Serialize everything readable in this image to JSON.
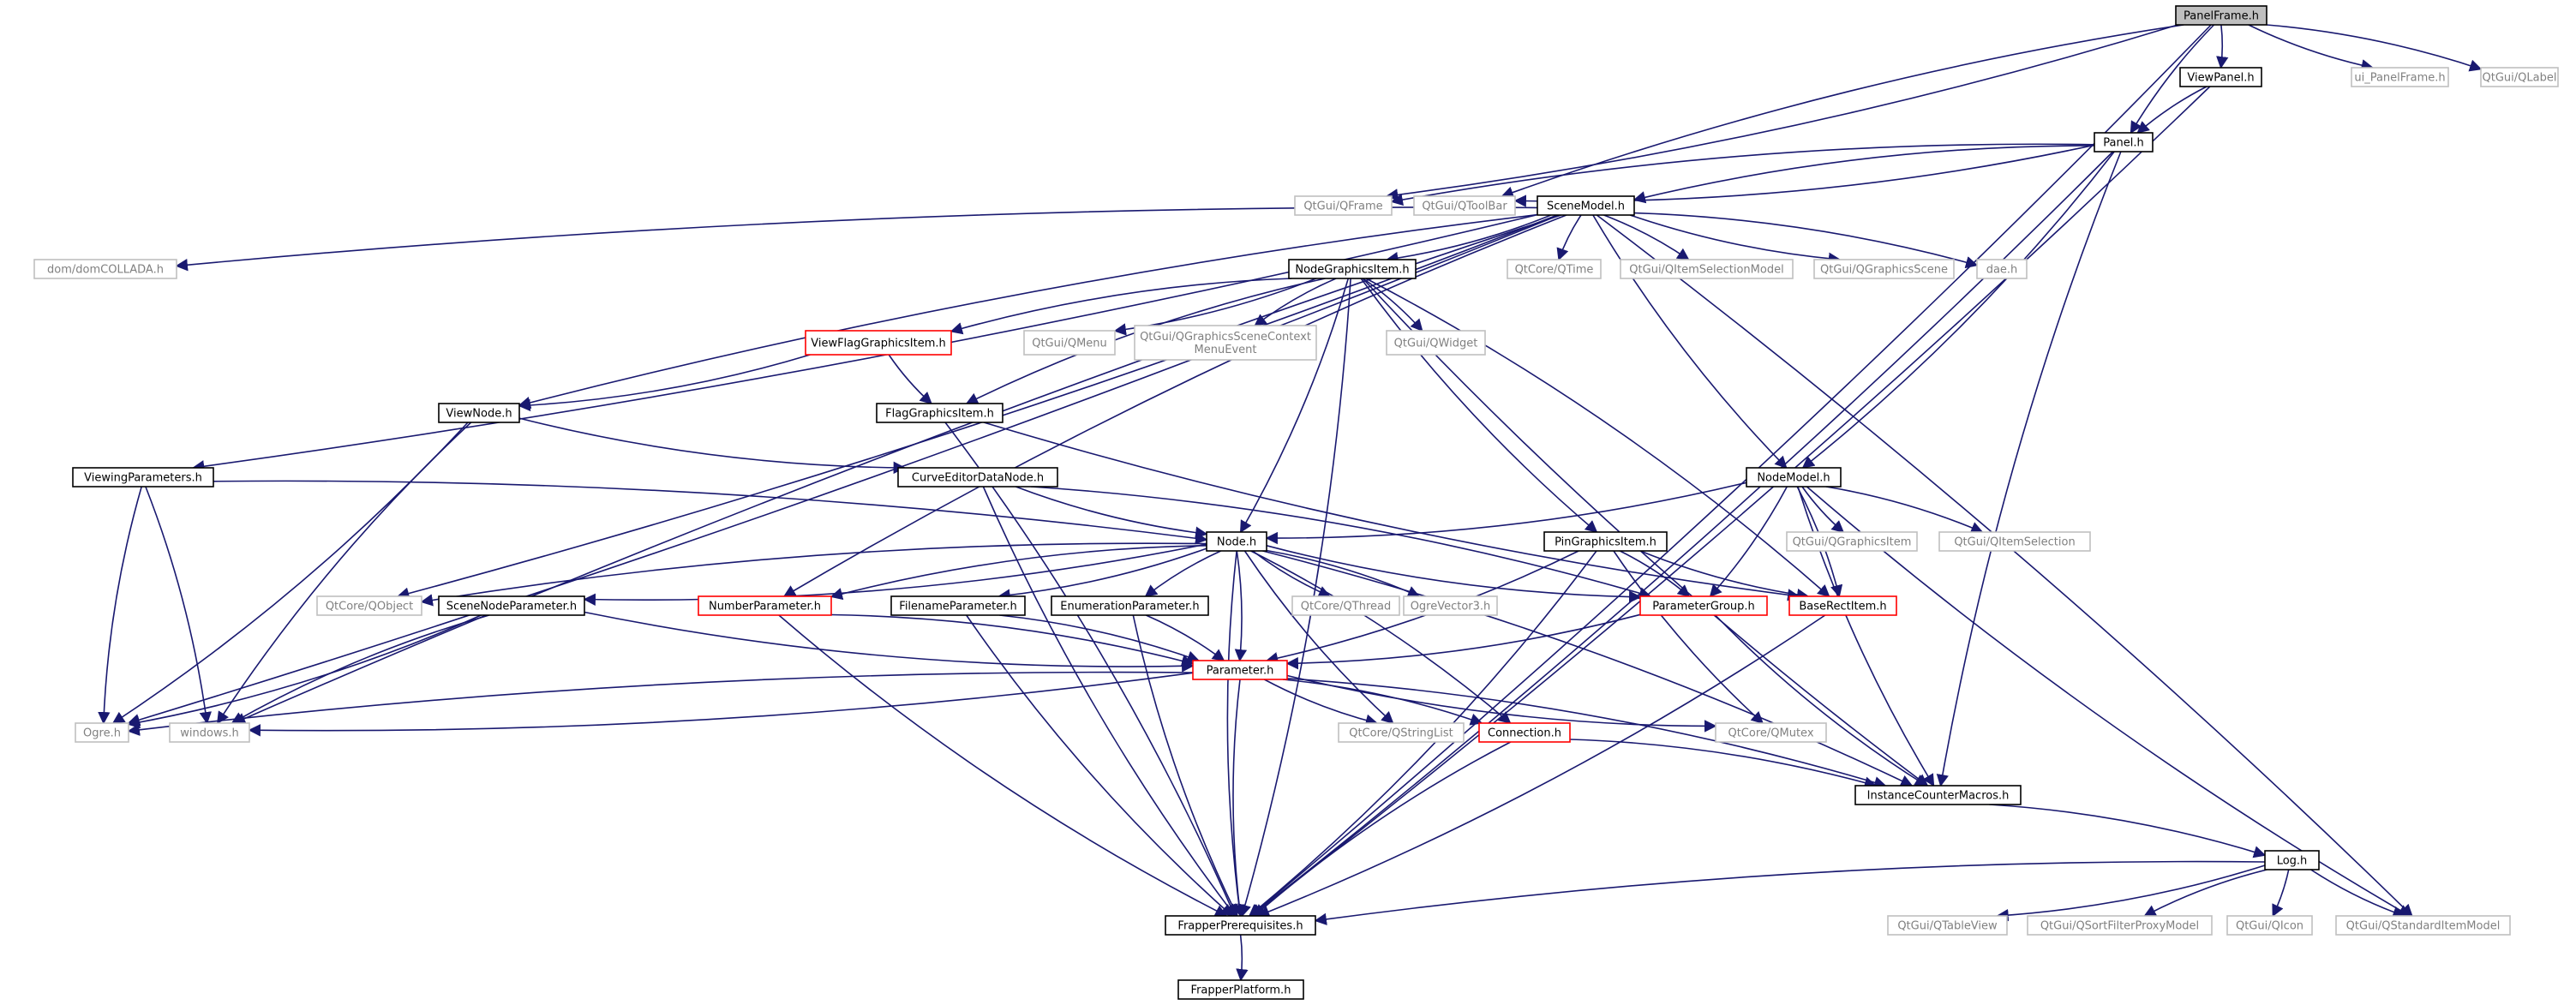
{
  "colors": {
    "edge": "#191970",
    "root_fill": "#bfbfbf",
    "documented_border": "#000000",
    "external_border": "#bfbfbf",
    "truncated_border": "#ff0000",
    "external_text": "#808080",
    "text": "#000000"
  },
  "nodes": {
    "panelframe": {
      "label": "PanelFrame.h",
      "kind": "root"
    },
    "viewpanel": {
      "label": "ViewPanel.h",
      "kind": "doc"
    },
    "ui_panelframe": {
      "label": "ui_PanelFrame.h",
      "kind": "ext"
    },
    "qlabel": {
      "label": "QtGui/QLabel",
      "kind": "ext"
    },
    "panel": {
      "label": "Panel.h",
      "kind": "doc"
    },
    "qframe": {
      "label": "QtGui/QFrame",
      "kind": "ext"
    },
    "qtoolbar": {
      "label": "QtGui/QToolBar",
      "kind": "ext"
    },
    "scenemodel": {
      "label": "SceneModel.h",
      "kind": "doc"
    },
    "domcollada": {
      "label": "dom/domCOLLADA.h",
      "kind": "ext"
    },
    "nodegraphicsitem": {
      "label": "NodeGraphicsItem.h",
      "kind": "doc"
    },
    "qtime": {
      "label": "QtCore/QTime",
      "kind": "ext"
    },
    "qitemselectionmodel": {
      "label": "QtGui/QItemSelectionModel",
      "kind": "ext"
    },
    "qgraphicsscene": {
      "label": "QtGui/QGraphicsScene",
      "kind": "ext"
    },
    "dae": {
      "label": "dae.h",
      "kind": "ext"
    },
    "viewflaggraphicsitem": {
      "label": "ViewFlagGraphicsItem.h",
      "kind": "trunc"
    },
    "qmenu": {
      "label": "QtGui/QMenu",
      "kind": "ext"
    },
    "qgraphicsscenecontextmenuevent": {
      "label": "QtGui/QGraphicsSceneContext\nMenuEvent",
      "kind": "ext"
    },
    "qwidget": {
      "label": "QtGui/QWidget",
      "kind": "ext"
    },
    "viewnode": {
      "label": "ViewNode.h",
      "kind": "doc"
    },
    "flaggraphicsitem": {
      "label": "FlagGraphicsItem.h",
      "kind": "doc"
    },
    "viewingparameters": {
      "label": "ViewingParameters.h",
      "kind": "doc"
    },
    "curveeditordatanode": {
      "label": "CurveEditorDataNode.h",
      "kind": "doc"
    },
    "nodemodel": {
      "label": "NodeModel.h",
      "kind": "doc"
    },
    "node": {
      "label": "Node.h",
      "kind": "doc"
    },
    "qgraphicsitem": {
      "label": "QtGui/QGraphicsItem",
      "kind": "ext"
    },
    "qitemselection": {
      "label": "QtGui/QItemSelection",
      "kind": "ext"
    },
    "pingraphicsitem": {
      "label": "PinGraphicsItem.h",
      "kind": "doc"
    },
    "qobject": {
      "label": "QtCore/QObject",
      "kind": "ext"
    },
    "scenenodeparameter": {
      "label": "SceneNodeParameter.h",
      "kind": "doc"
    },
    "numberparameter": {
      "label": "NumberParameter.h",
      "kind": "trunc"
    },
    "filenameparameter": {
      "label": "FilenameParameter.h",
      "kind": "doc"
    },
    "enumerationparameter": {
      "label": "EnumerationParameter.h",
      "kind": "doc"
    },
    "qthread": {
      "label": "QtCore/QThread",
      "kind": "ext"
    },
    "ogrevector3": {
      "label": "OgreVector3.h",
      "kind": "ext"
    },
    "parametergroup": {
      "label": "ParameterGroup.h",
      "kind": "trunc"
    },
    "baserectitem": {
      "label": "BaseRectItem.h",
      "kind": "trunc"
    },
    "parameter": {
      "label": "Parameter.h",
      "kind": "trunc"
    },
    "ogre": {
      "label": "Ogre.h",
      "kind": "ext"
    },
    "windows": {
      "label": "windows.h",
      "kind": "ext"
    },
    "qstringlist": {
      "label": "QtCore/QStringList",
      "kind": "ext"
    },
    "connection": {
      "label": "Connection.h",
      "kind": "trunc"
    },
    "qmutex": {
      "label": "QtCore/QMutex",
      "kind": "ext"
    },
    "instancecountermacros": {
      "label": "InstanceCounterMacros.h",
      "kind": "doc"
    },
    "log": {
      "label": "Log.h",
      "kind": "doc"
    },
    "frapperprerequisites": {
      "label": "FrapperPrerequisites.h",
      "kind": "doc"
    },
    "qtableview": {
      "label": "QtGui/QTableView",
      "kind": "ext"
    },
    "qsortfilterproxymodel": {
      "label": "QtGui/QSortFilterProxyModel",
      "kind": "ext"
    },
    "qicon": {
      "label": "QtGui/QIcon",
      "kind": "ext"
    },
    "qstandarditemmodel": {
      "label": "QtGui/QStandardItemModel",
      "kind": "ext"
    },
    "frapperplatform": {
      "label": "FrapperPlatform.h",
      "kind": "doc"
    }
  },
  "edges": [
    [
      "panelframe",
      "viewpanel"
    ],
    [
      "panelframe",
      "ui_panelframe"
    ],
    [
      "panelframe",
      "qlabel"
    ],
    [
      "panelframe",
      "panel"
    ],
    [
      "panelframe",
      "qframe"
    ],
    [
      "panelframe",
      "qtoolbar"
    ],
    [
      "panelframe",
      "frapperprerequisites"
    ],
    [
      "viewpanel",
      "panel"
    ],
    [
      "viewpanel",
      "frapperprerequisites"
    ],
    [
      "panel",
      "qframe"
    ],
    [
      "panel",
      "qtoolbar"
    ],
    [
      "panel",
      "scenemodel"
    ],
    [
      "panel",
      "nodemodel"
    ],
    [
      "panel",
      "instancecountermacros"
    ],
    [
      "panel",
      "frapperprerequisites"
    ],
    [
      "scenemodel",
      "domcollada"
    ],
    [
      "scenemodel",
      "nodegraphicsitem"
    ],
    [
      "scenemodel",
      "qtime"
    ],
    [
      "scenemodel",
      "qitemselectionmodel"
    ],
    [
      "scenemodel",
      "qgraphicsscene"
    ],
    [
      "scenemodel",
      "dae"
    ],
    [
      "scenemodel",
      "viewnode"
    ],
    [
      "scenemodel",
      "viewingparameters"
    ],
    [
      "scenemodel",
      "nodemodel"
    ],
    [
      "scenemodel",
      "qobject"
    ],
    [
      "scenemodel",
      "numberparameter"
    ],
    [
      "scenemodel",
      "ogre"
    ],
    [
      "scenemodel",
      "windows"
    ],
    [
      "scenemodel",
      "qstandarditemmodel"
    ],
    [
      "nodegraphicsitem",
      "viewflaggraphicsitem"
    ],
    [
      "nodegraphicsitem",
      "qmenu"
    ],
    [
      "nodegraphicsitem",
      "qgraphicsscenecontextmenuevent"
    ],
    [
      "nodegraphicsitem",
      "qwidget"
    ],
    [
      "nodegraphicsitem",
      "flaggraphicsitem"
    ],
    [
      "nodegraphicsitem",
      "node"
    ],
    [
      "nodegraphicsitem",
      "pingraphicsitem"
    ],
    [
      "nodegraphicsitem",
      "baserectitem"
    ],
    [
      "nodegraphicsitem",
      "instancecountermacros"
    ],
    [
      "nodegraphicsitem",
      "frapperprerequisites"
    ],
    [
      "viewflaggraphicsitem",
      "flaggraphicsitem"
    ],
    [
      "viewflaggraphicsitem",
      "viewnode"
    ],
    [
      "flaggraphicsitem",
      "baserectitem"
    ],
    [
      "flaggraphicsitem",
      "frapperprerequisites"
    ],
    [
      "viewnode",
      "curveeditordatanode"
    ],
    [
      "viewnode",
      "ogre"
    ],
    [
      "viewnode",
      "windows"
    ],
    [
      "viewingparameters",
      "node"
    ],
    [
      "viewingparameters",
      "ogre"
    ],
    [
      "viewingparameters",
      "windows"
    ],
    [
      "curveeditordatanode",
      "node"
    ],
    [
      "curveeditordatanode",
      "parametergroup"
    ],
    [
      "curveeditordatanode",
      "frapperprerequisites"
    ],
    [
      "nodemodel",
      "node"
    ],
    [
      "nodemodel",
      "qgraphicsitem"
    ],
    [
      "nodemodel",
      "qitemselection"
    ],
    [
      "nodemodel",
      "qstandarditemmodel"
    ],
    [
      "nodemodel",
      "baserectitem"
    ],
    [
      "nodemodel",
      "instancecountermacros"
    ],
    [
      "nodemodel",
      "parametergroup"
    ],
    [
      "node",
      "qobject"
    ],
    [
      "node",
      "scenenodeparameter"
    ],
    [
      "node",
      "numberparameter"
    ],
    [
      "node",
      "filenameparameter"
    ],
    [
      "node",
      "enumerationparameter"
    ],
    [
      "node",
      "parameter"
    ],
    [
      "node",
      "qthread"
    ],
    [
      "node",
      "ogrevector3"
    ],
    [
      "node",
      "parametergroup"
    ],
    [
      "node",
      "connection"
    ],
    [
      "node",
      "qstringlist"
    ],
    [
      "node",
      "instancecountermacros"
    ],
    [
      "node",
      "frapperprerequisites"
    ],
    [
      "pingraphicsitem",
      "parametergroup"
    ],
    [
      "pingraphicsitem",
      "baserectitem"
    ],
    [
      "pingraphicsitem",
      "parameter"
    ],
    [
      "pingraphicsitem",
      "qmutex"
    ],
    [
      "pingraphicsitem",
      "frapperprerequisites"
    ],
    [
      "scenenodeparameter",
      "parameter"
    ],
    [
      "scenenodeparameter",
      "ogre"
    ],
    [
      "scenenodeparameter",
      "windows"
    ],
    [
      "numberparameter",
      "parameter"
    ],
    [
      "numberparameter",
      "frapperprerequisites"
    ],
    [
      "filenameparameter",
      "parameter"
    ],
    [
      "filenameparameter",
      "frapperprerequisites"
    ],
    [
      "enumerationparameter",
      "parameter"
    ],
    [
      "enumerationparameter",
      "frapperprerequisites"
    ],
    [
      "parametergroup",
      "parameter"
    ],
    [
      "parametergroup",
      "instancecountermacros"
    ],
    [
      "baserectitem",
      "frapperprerequisites"
    ],
    [
      "parameter",
      "ogre"
    ],
    [
      "parameter",
      "windows"
    ],
    [
      "parameter",
      "qstringlist"
    ],
    [
      "parameter",
      "connection"
    ],
    [
      "parameter",
      "qmutex"
    ],
    [
      "parameter",
      "instancecountermacros"
    ],
    [
      "parameter",
      "frapperprerequisites"
    ],
    [
      "connection",
      "instancecountermacros"
    ],
    [
      "connection",
      "frapperprerequisites"
    ],
    [
      "instancecountermacros",
      "log"
    ],
    [
      "log",
      "frapperprerequisites"
    ],
    [
      "log",
      "qtableview"
    ],
    [
      "log",
      "qsortfilterproxymodel"
    ],
    [
      "log",
      "qicon"
    ],
    [
      "log",
      "qstandarditemmodel"
    ],
    [
      "frapperprerequisites",
      "frapperplatform"
    ]
  ]
}
